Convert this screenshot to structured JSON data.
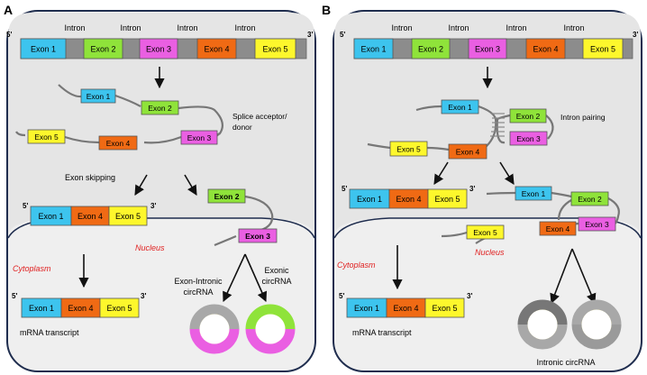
{
  "panels": {
    "a": {
      "letter": "A",
      "top_gene": {
        "five": "5'",
        "three": "3'",
        "exons": [
          "Exon 1",
          "Exon 2",
          "Exon 3",
          "Exon 4",
          "Exon 5"
        ],
        "introns": [
          "Intron",
          "Intron",
          "Intron",
          "Intron"
        ]
      },
      "splice_label_1": "Splice acceptor/",
      "splice_label_2": "donor",
      "exon_skipping": "Exon skipping",
      "linear_mid": {
        "five": "5'",
        "three": "3'",
        "exons": [
          "Exon 1",
          "Exon 4",
          "Exon 5"
        ]
      },
      "nucleus": "Nucleus",
      "cytoplasm": "Cytoplasm",
      "mrna": {
        "five": "5'",
        "three": "3'",
        "exons": [
          "Exon 1",
          "Exon 4",
          "Exon 5"
        ]
      },
      "mrna_label": "mRNA transcript",
      "eicirc_1": "Exon-Intronic",
      "eicirc_2": "circRNA",
      "ecirc_1": "Exonic",
      "ecirc_2": "circRNA",
      "lariat_exons": [
        "Exon 1",
        "Exon 2",
        "Exon 3",
        "Exon 4",
        "Exon 5"
      ],
      "small_loop": [
        "Exon 2",
        "Exon 3"
      ]
    },
    "b": {
      "letter": "B",
      "top_gene": {
        "five": "5'",
        "three": "3'",
        "exons": [
          "Exon 1",
          "Exon 2",
          "Exon 3",
          "Exon 4",
          "Exon 5"
        ],
        "introns": [
          "Intron",
          "Intron",
          "Intron",
          "Intron"
        ]
      },
      "pair_exons": [
        "Exon 1",
        "Exon 2",
        "Exon 3",
        "Exon 4",
        "Exon 5"
      ],
      "intron_pairing": "Intron pairing",
      "linear_mid": {
        "five": "5'",
        "three": "3'",
        "exons": [
          "Exon 1",
          "Exon 4",
          "Exon 5"
        ]
      },
      "loop_exons": [
        "Exon 1",
        "Exon 2",
        "Exon 3",
        "Exon 5",
        "Exon 4"
      ],
      "nucleus": "Nucleus",
      "cytoplasm": "Cytoplasm",
      "mrna": {
        "five": "5'",
        "three": "3'",
        "exons": [
          "Exon 1",
          "Exon 4",
          "Exon 5"
        ]
      },
      "mrna_label": "mRNA transcript",
      "intronic_circ": "Intronic circRNA"
    }
  },
  "colors": {
    "exon1": "#3dc4ee",
    "exon2": "#8fe33a",
    "exon3": "#ea5fe2",
    "exon4": "#f06a14",
    "exon5": "#fdf72c",
    "intron": "#8c8c8c",
    "cell_fill": "#efefef",
    "nucleus_fill": "#e5e5e5",
    "border": "#1f2d4e",
    "red_label": "#e02020",
    "ring_halo": "#fff59a"
  }
}
